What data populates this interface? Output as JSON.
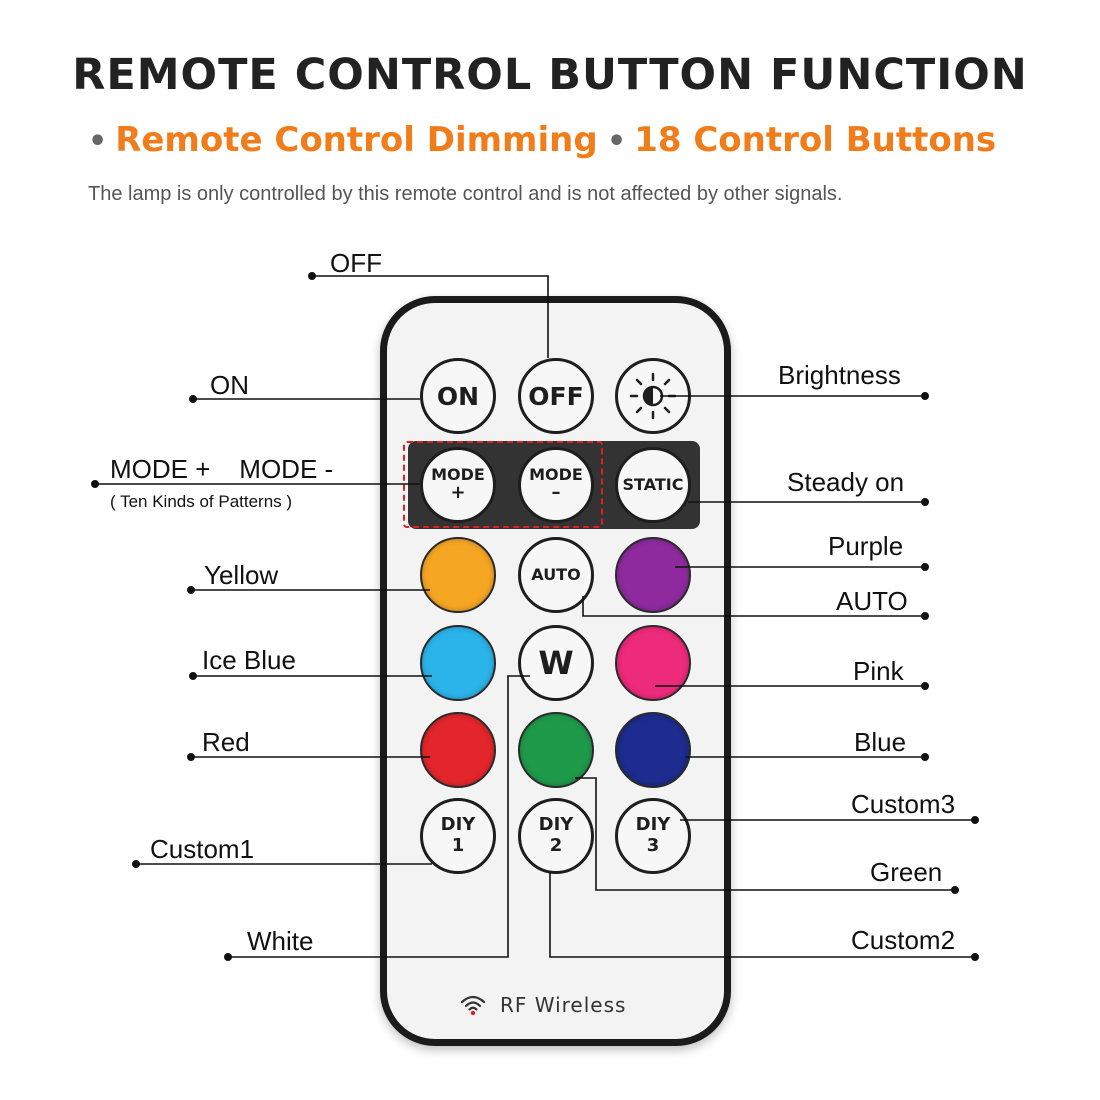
{
  "header": {
    "title": "REMOTE CONTROL BUTTON FUNCTION",
    "feature_1": "Remote Control Dimming",
    "feature_2": "18 Control Buttons",
    "description": "The lamp is only controlled by this remote control and is not affected by other signals."
  },
  "remote": {
    "buttons": {
      "on": "ON",
      "off": "OFF",
      "mode_plus_1": "MODE",
      "mode_plus_2": "+",
      "mode_minus_1": "MODE",
      "mode_minus_2": "–",
      "static": "STATIC",
      "auto": "AUTO",
      "w": "W",
      "diy1_1": "DIY",
      "diy1_2": "1",
      "diy2_1": "DIY",
      "diy2_2": "2",
      "diy3_1": "DIY",
      "diy3_2": "3"
    },
    "colors": {
      "yellow": "#f5a623",
      "purple": "#8e2a9e",
      "ice_blue": "#2ab4ea",
      "pink": "#ee2a7b",
      "red": "#e3262b",
      "green": "#1f9a4a",
      "blue": "#1d2c8e"
    },
    "footer": "RF Wireless",
    "footer_icon": "wifi-icon"
  },
  "labels": {
    "off": "OFF",
    "on": "ON",
    "brightness": "Brightness",
    "mode": "MODE +    MODE -",
    "mode_note": "( Ten Kinds of Patterns )",
    "steady_on": "Steady on",
    "yellow": "Yellow",
    "purple": "Purple",
    "auto": "AUTO",
    "ice_blue": "Ice Blue",
    "pink": "Pink",
    "red": "Red",
    "blue": "Blue",
    "custom3": "Custom3",
    "custom1": "Custom1",
    "green": "Green",
    "white": "White",
    "custom2": "Custom2"
  },
  "accent_color": "#f07c1a"
}
